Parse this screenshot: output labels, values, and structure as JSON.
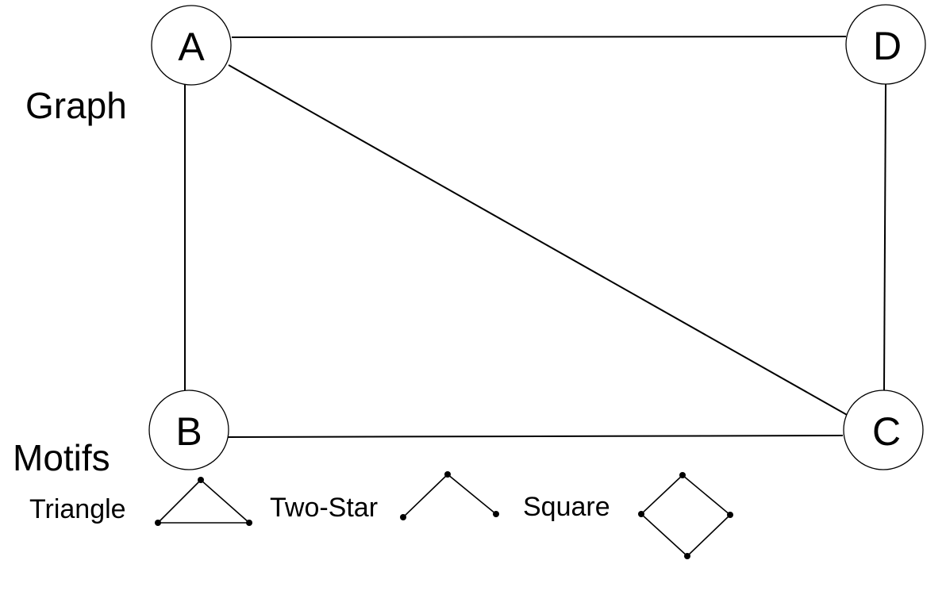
{
  "labels": {
    "graph": "Graph",
    "motifs": "Motifs"
  },
  "nodes": [
    {
      "id": "A",
      "label": "A"
    },
    {
      "id": "B",
      "label": "B"
    },
    {
      "id": "C",
      "label": "C"
    },
    {
      "id": "D",
      "label": "D"
    }
  ],
  "edges": [
    {
      "from": "A",
      "to": "D"
    },
    {
      "from": "A",
      "to": "B"
    },
    {
      "from": "A",
      "to": "C"
    },
    {
      "from": "B",
      "to": "C"
    },
    {
      "from": "D",
      "to": "C"
    }
  ],
  "motifs": [
    {
      "id": "triangle",
      "label": "Triangle"
    },
    {
      "id": "two-star",
      "label": "Two-Star"
    },
    {
      "id": "square",
      "label": "Square"
    }
  ]
}
